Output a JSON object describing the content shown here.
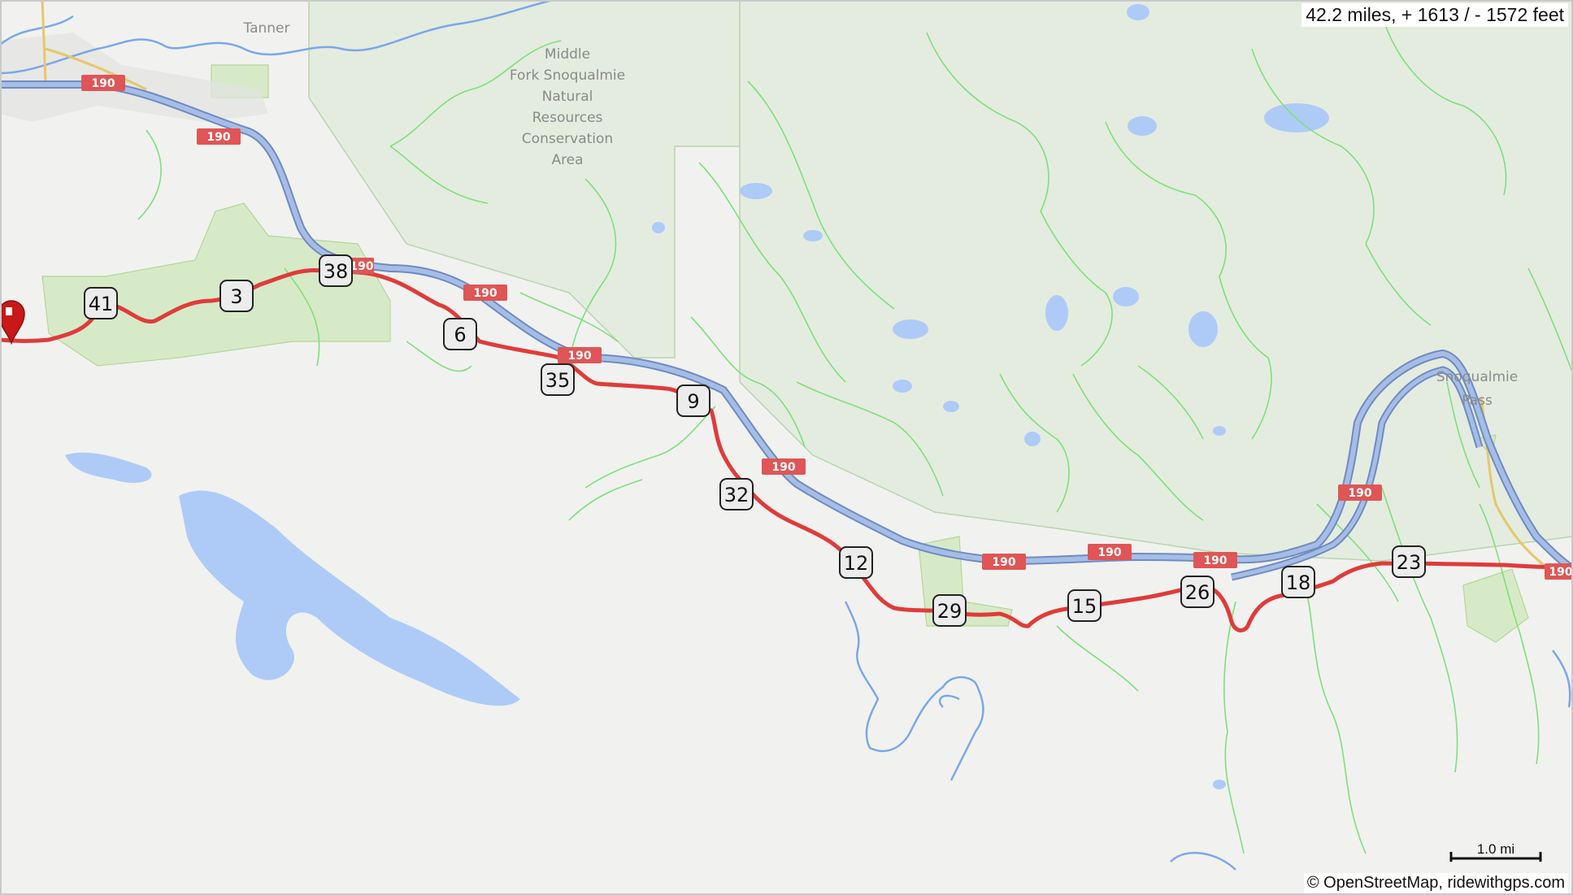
{
  "route_summary": "42.2 miles, + 1613 / - 1572 feet",
  "attribution": "© OpenStreetMap, ridewithgps.com",
  "scale_label": "1.0 mi",
  "place_labels": {
    "tanner": "Tanner",
    "conservation_area": [
      "Middle",
      "Fork Snoqualmie",
      "Natural",
      "Resources",
      "Conservation",
      "Area"
    ],
    "snoqualmie_pass": [
      "Snoqualmie",
      "Pass"
    ]
  },
  "highway_shield": "190",
  "mile_markers": [
    "41",
    "3",
    "38",
    "6",
    "35",
    "9",
    "32",
    "12",
    "29",
    "15",
    "26",
    "18",
    "23"
  ],
  "colors": {
    "route": "#e03b3b",
    "highway": "#8ea6d8",
    "highway_shield": "#e05555",
    "forest": "#d7eac7",
    "water": "#aecbf7",
    "stream": "#7ee07a",
    "land": "#f1f2ef"
  },
  "icons": {
    "start": "map-pin-icon"
  }
}
